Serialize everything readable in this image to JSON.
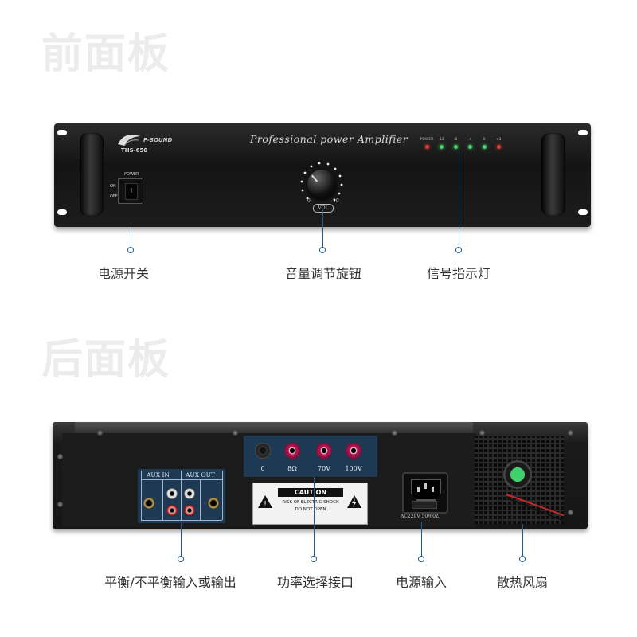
{
  "sections": {
    "front_heading": "前面板",
    "rear_heading": "后面板"
  },
  "front_panel": {
    "brand": "P-SOUND",
    "model": "THS-650",
    "title": "Professional power Amplifier",
    "power_label": "POWER",
    "on_label": "ON",
    "off_label": "OFF",
    "switch_mark": "I",
    "volume_min": "0",
    "volume_max": "10",
    "volume_label": "VOL",
    "leds": [
      {
        "label": "POWER",
        "color": "#e53935"
      },
      {
        "label": "-12",
        "color": "#43d66b"
      },
      {
        "label": "-8",
        "color": "#43d66b"
      },
      {
        "label": "-4",
        "color": "#43d66b"
      },
      {
        "label": "0",
        "color": "#43d66b"
      },
      {
        "label": "+3",
        "color": "#e53935"
      }
    ]
  },
  "front_callouts": [
    {
      "label": "电源开关"
    },
    {
      "label": "音量调节旋钮"
    },
    {
      "label": "信号指示灯"
    }
  ],
  "rear_panel": {
    "aux_in": "AUX IN",
    "aux_out": "AUX OUT",
    "speaker_taps": [
      "0",
      "8Ω",
      "70V",
      "100V"
    ],
    "caution_title": "CAUTION",
    "caution_line1": "RISK OF ELECTRIC SHOCK",
    "caution_line2": "DO NOT OPEN",
    "ac_input_label": "AC220V 50/60Z"
  },
  "rear_callouts": [
    {
      "label": "平衡/不平衡输入或输出"
    },
    {
      "label": "功率选择接口"
    },
    {
      "label": "电源输入"
    },
    {
      "label": "散热风扇"
    }
  ],
  "colors": {
    "callout_accent": "#1f5b8c",
    "connector_panel": "#1e3954",
    "led_green": "#43d66b",
    "led_red": "#e53935"
  }
}
